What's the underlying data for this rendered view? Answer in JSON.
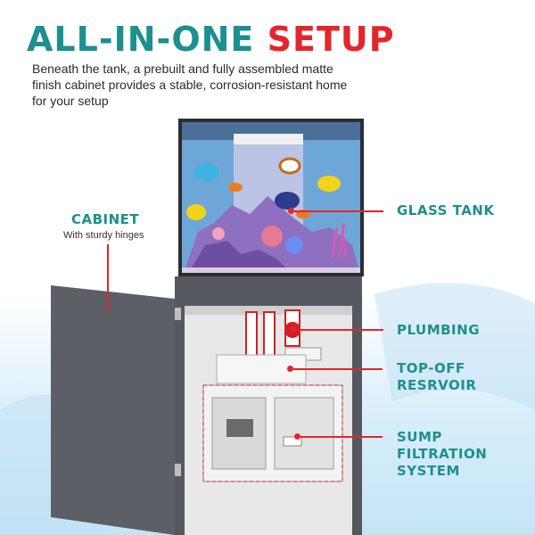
{
  "header": {
    "title_part1": "ALL-IN-ONE",
    "title_part2": "SETUP",
    "description": "Beneath the tank, a prebuilt and fully assembled matte finish cabinet provides a stable, corrosion-resistant home for your setup"
  },
  "callouts": {
    "cabinet": {
      "label": "CABINET",
      "sublabel": "With sturdy hinges"
    },
    "glass_tank": {
      "label": "GLASS TANK"
    },
    "plumbing": {
      "label": "PLUMBING"
    },
    "topoff": {
      "label_line1": "TOP-OFF",
      "label_line2": "RESRVOIR"
    },
    "sump": {
      "label_line1": "SUMP",
      "label_line2": "FILTRATION",
      "label_line3": "SYSTEM"
    }
  },
  "colors": {
    "accent_teal": "#1d8f8f",
    "accent_red": "#e3262b",
    "cabinet_gray": "#55595f"
  }
}
